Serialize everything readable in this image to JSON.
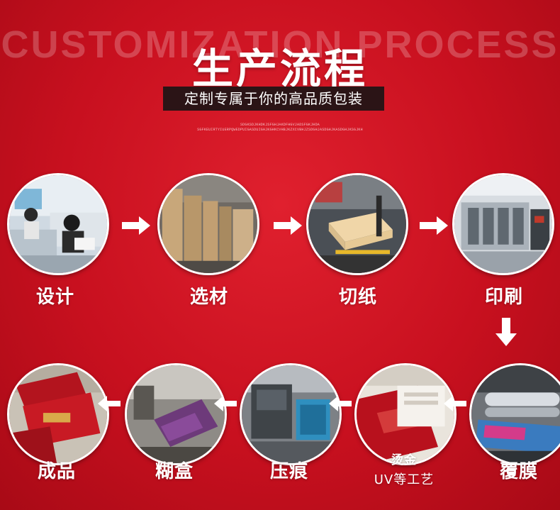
{
  "header": {
    "bg_text": "CUSTOMIZATION PROCESS",
    "title": "生产流程",
    "subtitle": "定制专属于你的高品质包装",
    "tiny_line_1": "SDGKSDJKHDKJSFGHJAKDFHGVJADSFGKJHDA",
    "tiny_line_2": "SGFKEUIRTYIUERPQWEDPUIGASDUIGHJKGHKCVHBJKZXCVBHJZSDGHJASDGHJKASDGHJKSGJKH"
  },
  "steps": [
    {
      "id": "design",
      "label": "设计",
      "photo": "office-workers-at-computers"
    },
    {
      "id": "material",
      "label": "选材",
      "photo": "paper-rolls-warehouse"
    },
    {
      "id": "cutting",
      "label": "切纸",
      "photo": "paper-stack-pallet-jack"
    },
    {
      "id": "printing",
      "label": "印刷",
      "photo": "offset-printing-press"
    },
    {
      "id": "laminating",
      "label": "覆膜",
      "photo": "laminating-machine"
    },
    {
      "id": "finishing",
      "label_line_1": "烫金",
      "label_line_2": "UV等工艺",
      "photo": "hot-stamped-red-sheets"
    },
    {
      "id": "creasing",
      "label": "压痕",
      "photo": "die-cutting-machine"
    },
    {
      "id": "gluing",
      "label": "糊盒",
      "photo": "box-gluing-machine"
    },
    {
      "id": "product",
      "label": "成品",
      "photo": "finished-red-boxes"
    }
  ],
  "colors": {
    "background": "#c8101f",
    "subtitle_bar": "#2b1416",
    "ring": "#ffffff"
  }
}
